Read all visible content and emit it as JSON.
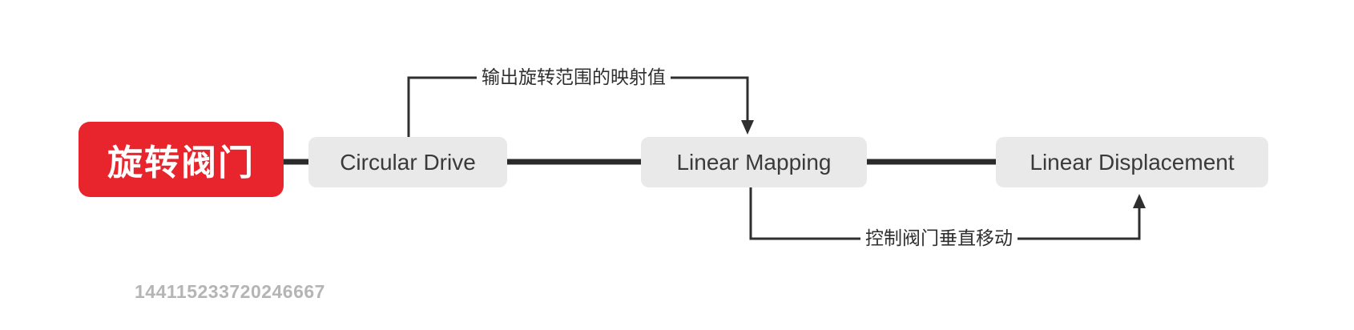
{
  "diagram": {
    "root": {
      "label": "旋转阀门"
    },
    "nodes": [
      {
        "id": "circular-drive",
        "label": "Circular Drive"
      },
      {
        "id": "linear-mapping",
        "label": "Linear Mapping"
      },
      {
        "id": "linear-displacement",
        "label": "Linear Displacement"
      }
    ],
    "annotations": {
      "top": "输出旋转范围的映射值",
      "bottom": "控制阀门垂直移动"
    },
    "watermark": "144115233720246667",
    "colors": {
      "root_bg": "#e8252c",
      "root_text": "#ffffff",
      "node_bg": "#e9e9e9",
      "node_text": "#3a3a3a",
      "line": "#2a2a2a",
      "watermark_text": "#b5b5b5",
      "background": "#ffffff"
    }
  }
}
